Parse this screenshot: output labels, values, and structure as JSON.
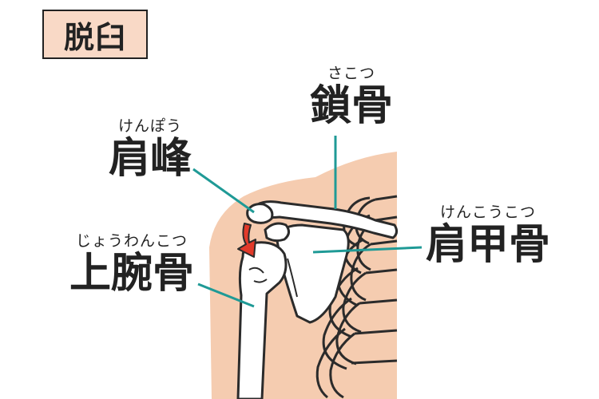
{
  "title": "脱臼",
  "labels": {
    "clavicle": {
      "ruby": "さこつ",
      "text": "鎖骨"
    },
    "acromion": {
      "ruby": "けんぽう",
      "text": "肩峰"
    },
    "humerus": {
      "ruby": "じょうわんこつ",
      "text": "上腕骨"
    },
    "scapula": {
      "ruby": "けんこうこつ",
      "text": "肩甲骨"
    }
  },
  "colors": {
    "skin": "#f5ccb0",
    "title_bg": "#f9d9c6",
    "leader_line": "#1f9a96",
    "dislocation_arrow": "#e23a2a",
    "bone": "#ffffff",
    "outline": "#2b2b2b"
  }
}
